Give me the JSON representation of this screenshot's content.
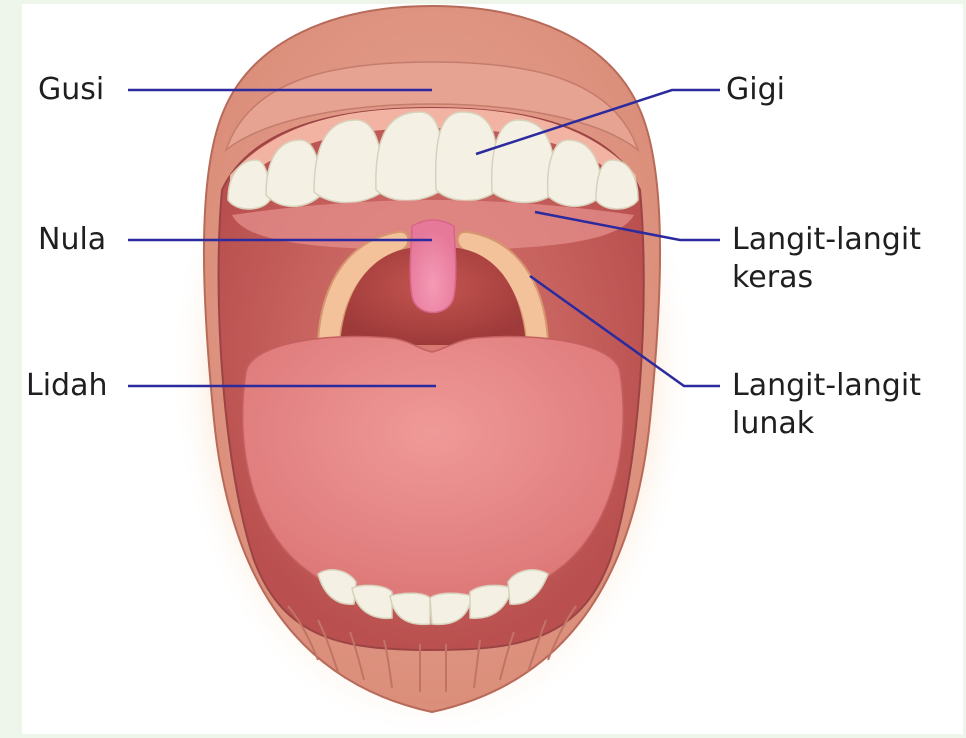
{
  "labels": {
    "gusi": "Gusi",
    "gigi": "Gigi",
    "nula": "Nula",
    "langit_keras_1": "Langit-langit",
    "langit_keras_2": "keras",
    "lidah": "Lidah",
    "langit_lunak_1": "Langit-langit",
    "langit_lunak_2": "lunak"
  },
  "colors": {
    "leader_line": "#2b2a9e",
    "lip": "#dd9a86",
    "mouth_cavity": "#c9625e",
    "tongue": "#e88a8c",
    "teeth": "#f4f1e4",
    "uvula": "#f08aa8"
  }
}
